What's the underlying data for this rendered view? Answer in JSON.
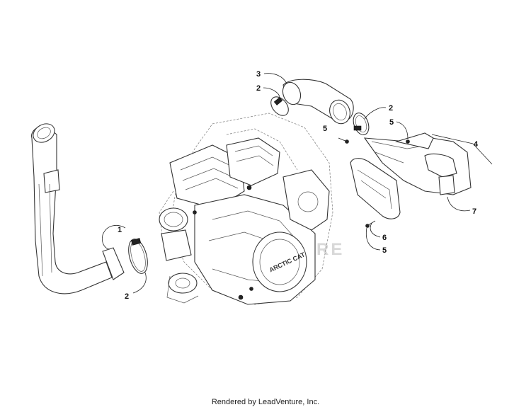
{
  "diagram": {
    "callouts": {
      "c1": "1",
      "c2a": "2",
      "c2b": "2",
      "c2c": "2",
      "c3": "3",
      "c4": "4",
      "c5a": "5",
      "c5b": "5",
      "c5c": "5",
      "c6": "6",
      "c7": "7"
    },
    "watermark": "ADVENTURE",
    "engine_badge": "ARCTIC CAT"
  },
  "footer": {
    "credit": "Rendered by LeadVenture, Inc."
  }
}
